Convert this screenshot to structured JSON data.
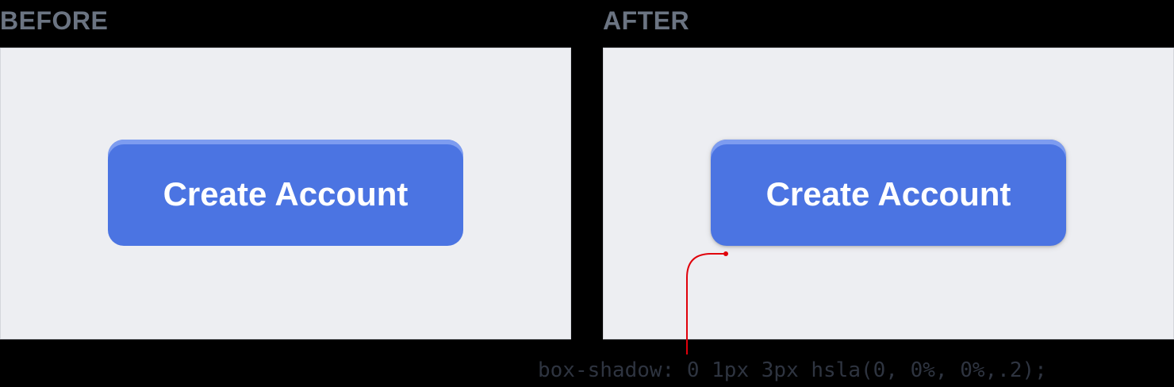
{
  "before": {
    "label": "BEFORE",
    "button_label": "Create Account"
  },
  "after": {
    "label": "AFTER",
    "button_label": "Create Account"
  },
  "annotation": {
    "code": "box-shadow: 0 1px 3px hsla(0, 0%, 0%,.2);",
    "color": "#e0000b"
  },
  "colors": {
    "button": "#4b74e2",
    "button_highlight": "#7d9cf0",
    "panel": "#edeef2"
  }
}
